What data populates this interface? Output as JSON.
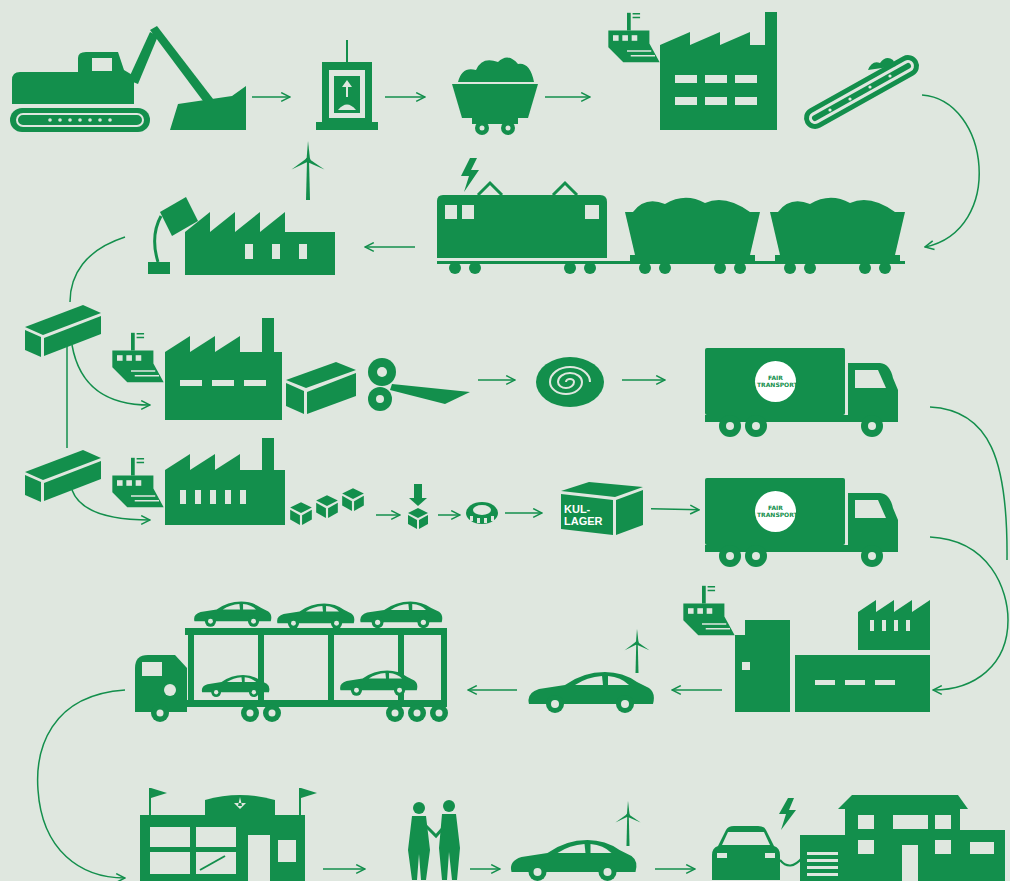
{
  "diagram": {
    "nodes": [
      {
        "text": [
          "FAIR TRANSPORT"
        ]
      },
      {
        "text": [
          "KUL- LAGER"
        ]
      },
      {
        "text": [
          "FAIR TRANSPORT"
        ]
      }
    ],
    "edges": [
      {
        "from": 1,
        "to": 2,
        "arrow": "to"
      }
    ]
  }
}
